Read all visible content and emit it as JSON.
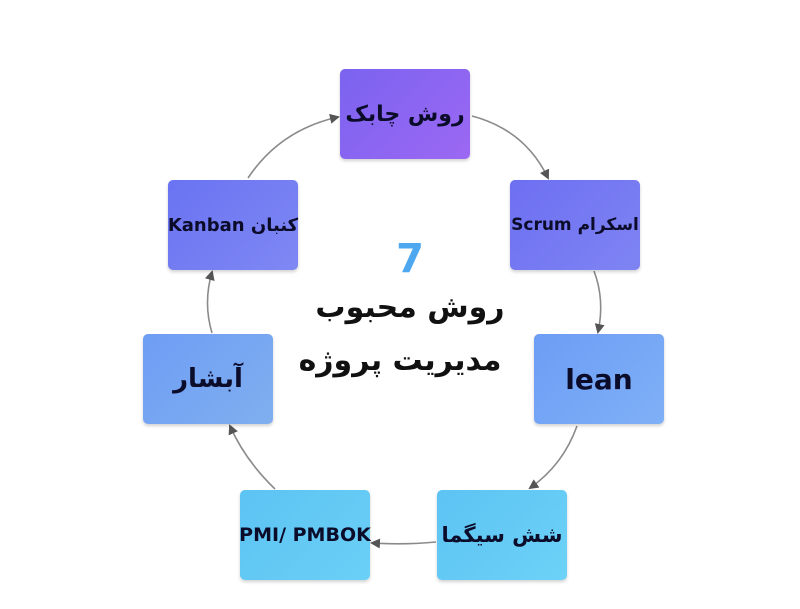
{
  "diagram": {
    "center": {
      "number": "7",
      "line1": "روش محبوب",
      "line2": "مدیریت پروژه"
    },
    "nodes": [
      {
        "key": "agile",
        "label": "روش چابک",
        "color_from": "#7a63f0",
        "color_to": "#9c68f3"
      },
      {
        "key": "scrum",
        "label": "اسکرام Scrum",
        "color_from": "#6d6ff2",
        "color_to": "#7f84f3"
      },
      {
        "key": "lean",
        "label": "lean",
        "color_from": "#6c9df5",
        "color_to": "#7fb0f6"
      },
      {
        "key": "six",
        "label": "شش سیگما",
        "color_from": "#5cc3f3",
        "color_to": "#6dd2f7"
      },
      {
        "key": "pmi",
        "label": "PMI/ PMBOK",
        "color_from": "#5cc3f3",
        "color_to": "#6bd0f6"
      },
      {
        "key": "waterfall",
        "label": "آبشار",
        "color_from": "#6e9df5",
        "color_to": "#80afef"
      },
      {
        "key": "kanban",
        "label": "کنبان Kanban",
        "color_from": "#6a73f2",
        "color_to": "#7f88f3"
      }
    ],
    "arrow_color": "#555555"
  }
}
